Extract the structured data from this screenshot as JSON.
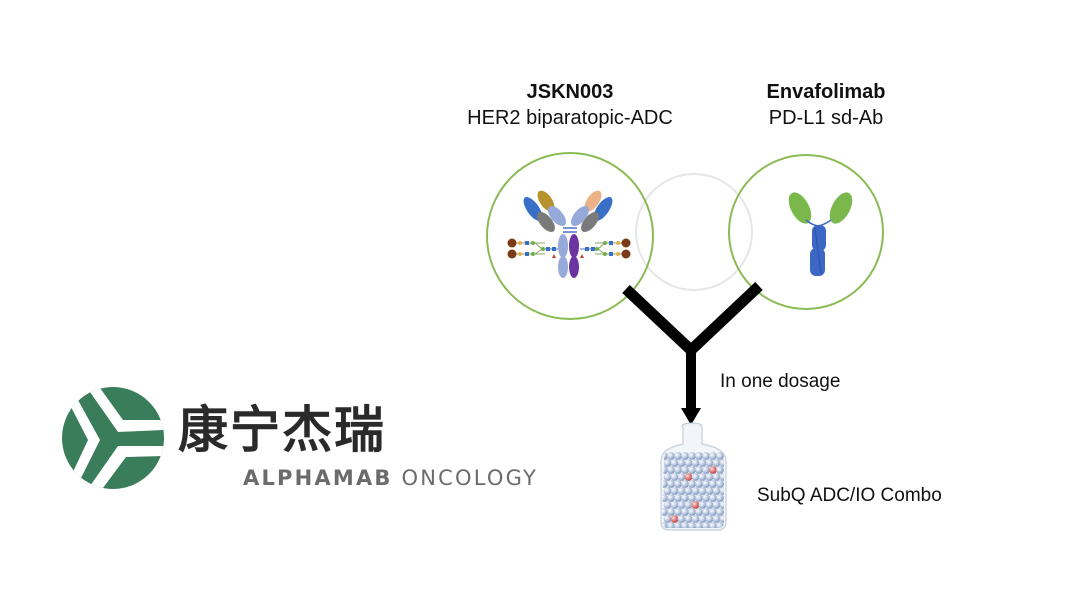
{
  "drugs": [
    {
      "name": "JSKN003",
      "description": "HER2 biparatopic-ADC",
      "icon": "biparatopic-adc-antibody-icon"
    },
    {
      "name": "Envafolimab",
      "description": "PD-L1 sd-Ab",
      "icon": "single-domain-antibody-icon"
    }
  ],
  "flow": {
    "merge_label": "In one dosage",
    "result_label": "SubQ ADC/IO Combo",
    "result_icon": "vial-icon"
  },
  "logo": {
    "chinese_name": "康宁杰瑞",
    "english_name_bold": "ALPHAMAB",
    "english_name_regular": "ONCOLOGY",
    "icon": "alphamab-logo-icon"
  },
  "colors": {
    "circle_outline": "#8bbb55",
    "middle_circle": "#e6e6e6",
    "logo_green": "#3a7d5a",
    "arrow": "#000000",
    "sdab_green": "#7ab84c",
    "sdab_blue": "#3d67c4"
  }
}
